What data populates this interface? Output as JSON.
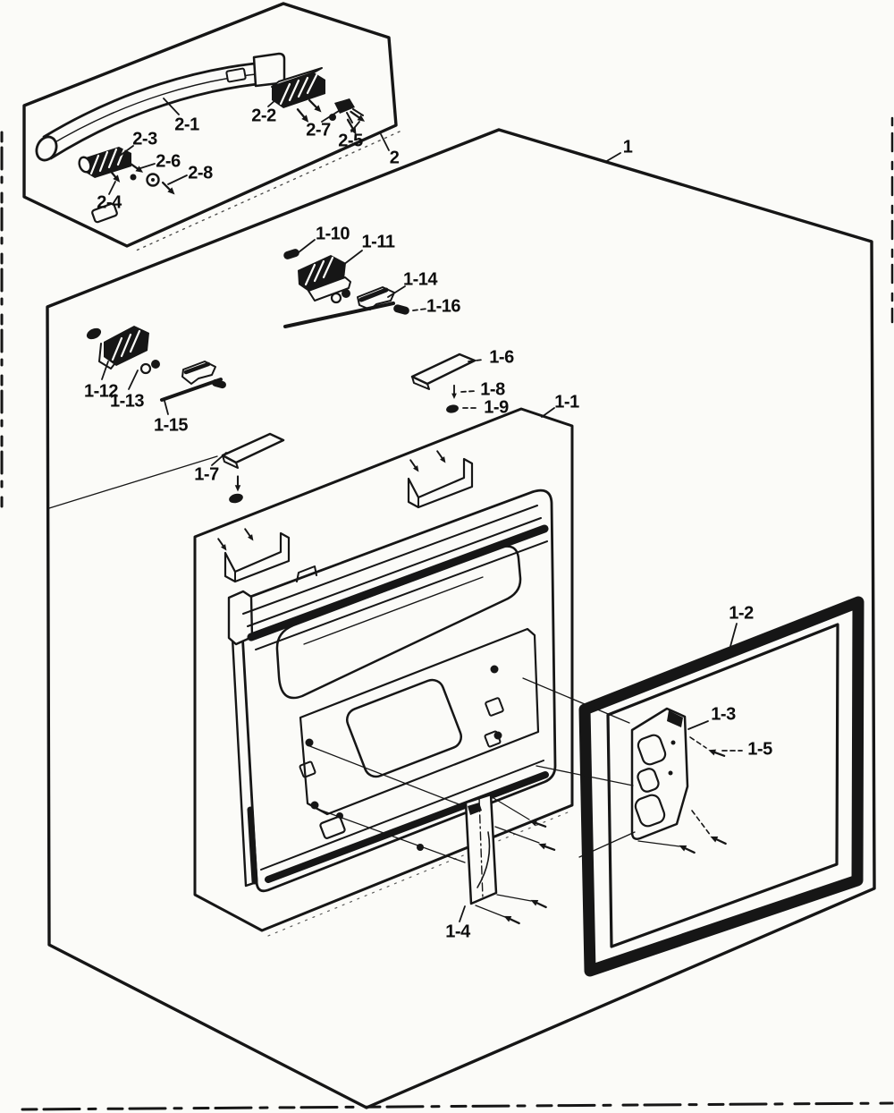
{
  "diagram": {
    "kind": "exploded-parts-diagram",
    "style": "black-and-white line art scan",
    "colors": {
      "background": "#fbfbf8",
      "ink": "#161616"
    }
  },
  "labels": {
    "handle_panel": [
      "2",
      "2-1",
      "2-2",
      "2-3",
      "2-4",
      "2-5",
      "2-6",
      "2-7",
      "2-8"
    ],
    "door_panel": [
      "1",
      "1-1",
      "1-2",
      "1-3",
      "1-4",
      "1-5",
      "1-6",
      "1-7",
      "1-8",
      "1-9",
      "1-10",
      "1-11",
      "1-12",
      "1-13",
      "1-14",
      "1-15",
      "1-16"
    ]
  }
}
